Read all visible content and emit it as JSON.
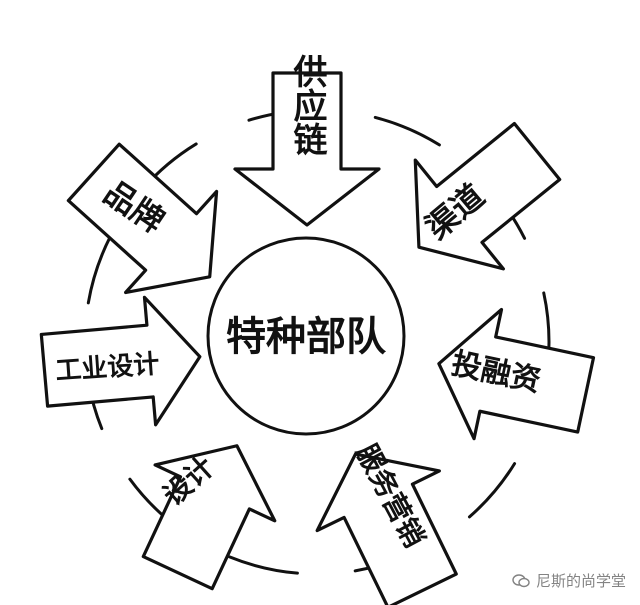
{
  "diagram": {
    "center": "特种部队",
    "arrows": [
      {
        "id": "supply-chain",
        "label": "供应链"
      },
      {
        "id": "channel",
        "label": "渠道"
      },
      {
        "id": "capital",
        "label": "投融资"
      },
      {
        "id": "service",
        "label": "服务营销"
      },
      {
        "id": "design",
        "label": "设计"
      },
      {
        "id": "industrial-design",
        "label": "工业设计"
      },
      {
        "id": "brand",
        "label": "品牌"
      }
    ]
  },
  "watermark": {
    "text": "尼斯的尚学堂",
    "icon": "wechat-icon"
  },
  "colors": {
    "ink": "#111111",
    "paper": "#ffffff",
    "watermark": "#6e6e6e"
  }
}
